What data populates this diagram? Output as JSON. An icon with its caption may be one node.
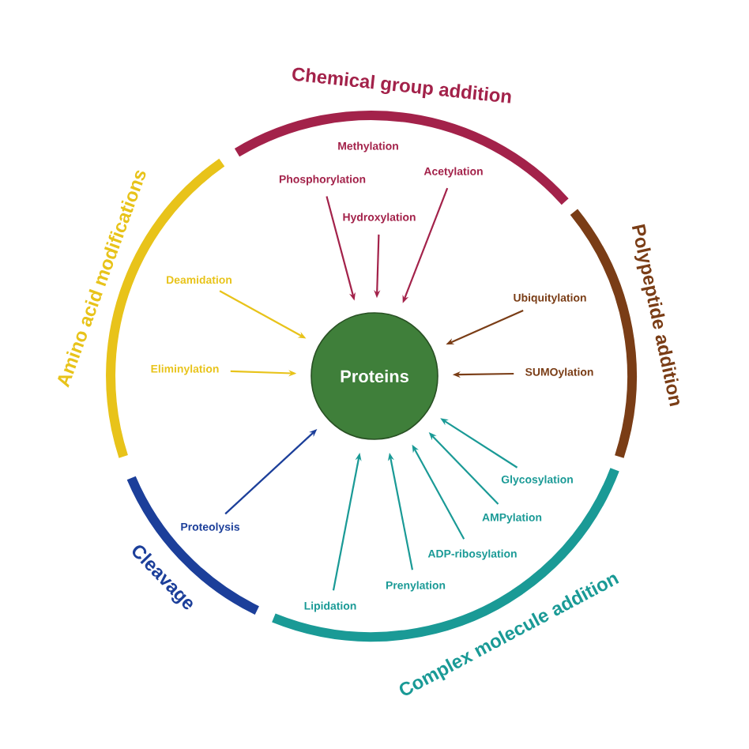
{
  "diagram": {
    "nodes": [
      {
        "text": [
          "Proteins"
        ]
      },
      {
        "text": [
          "Methylation"
        ]
      },
      {
        "text": [
          "Phosphorylation"
        ]
      },
      {
        "text": [
          "Acetylation"
        ]
      },
      {
        "text": [
          "Hydroxylation"
        ]
      },
      {
        "text": [
          "Deamidation"
        ]
      },
      {
        "text": [
          "Eliminylation"
        ]
      },
      {
        "text": [
          "Ubiquitylation"
        ]
      },
      {
        "text": [
          "SUMOylation"
        ]
      },
      {
        "text": [
          "Glycosylation"
        ]
      },
      {
        "text": [
          "AMPylation"
        ]
      },
      {
        "text": [
          "ADP-ribosylation"
        ]
      },
      {
        "text": [
          "Prenylation"
        ]
      },
      {
        "text": [
          "Lipidation"
        ]
      },
      {
        "text": [
          "Proteolysis"
        ]
      }
    ],
    "edges": [
      {
        "from": 2,
        "to": 0,
        "arrow": "to",
        "color": "#a3224a"
      },
      {
        "from": 4,
        "to": 0,
        "arrow": "to",
        "color": "#a3224a"
      },
      {
        "from": 3,
        "to": 0,
        "arrow": "to",
        "color": "#a3224a"
      },
      {
        "from": 5,
        "to": 0,
        "arrow": "to",
        "color": "#e8c31a"
      },
      {
        "from": 6,
        "to": 0,
        "arrow": "to",
        "color": "#e8c31a"
      },
      {
        "from": 7,
        "to": 0,
        "arrow": "to",
        "color": "#7a3d16"
      },
      {
        "from": 8,
        "to": 0,
        "arrow": "to",
        "color": "#7a3d16"
      },
      {
        "from": 9,
        "to": 0,
        "arrow": "to",
        "color": "#1a9a96"
      },
      {
        "from": 10,
        "to": 0,
        "arrow": "to",
        "color": "#1a9a96"
      },
      {
        "from": 11,
        "to": 0,
        "arrow": "to",
        "color": "#1a9a96"
      },
      {
        "from": 12,
        "to": 0,
        "arrow": "to",
        "color": "#1a9a96"
      },
      {
        "from": 13,
        "to": 0,
        "arrow": "to",
        "color": "#1a9a96"
      },
      {
        "from": 14,
        "to": 0,
        "arrow": "to",
        "color": "#1c3f9a"
      }
    ],
    "labels": [
      "Chemical group addition",
      "Polypeptide addition",
      "Complex molecule addition",
      "Cleavage",
      "Amino acid modifications"
    ]
  }
}
